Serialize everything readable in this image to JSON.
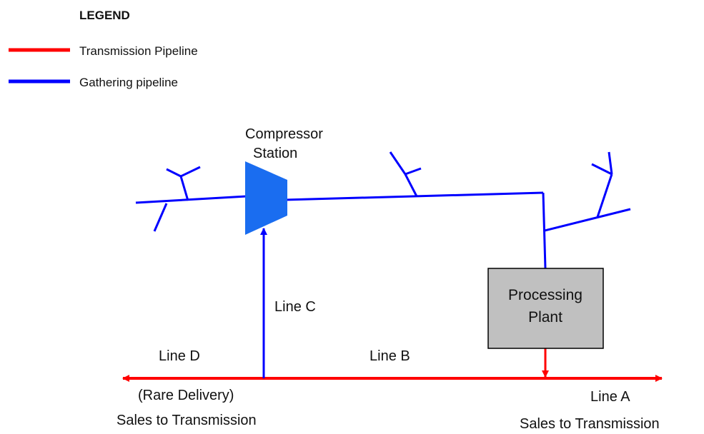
{
  "legend": {
    "title": "LEGEND",
    "items": [
      {
        "label": "Transmission Pipeline",
        "color": "#ff0000"
      },
      {
        "label": "Gathering pipeline",
        "color": "#0000ff"
      }
    ]
  },
  "colors": {
    "transmission": "#ff0000",
    "gathering": "#0000ff",
    "compressor": "#1a6df0",
    "plant_fill": "#c0c0c0",
    "plant_border": "#000000"
  },
  "nodes": {
    "compressor": {
      "line1": "Compressor",
      "line2": "Station"
    },
    "plant": {
      "line1": "Processing",
      "line2": "Plant"
    }
  },
  "lines": {
    "line_a": {
      "label": "Line A",
      "caption": "Sales to Transmission"
    },
    "line_b": {
      "label": "Line B"
    },
    "line_c": {
      "label": "Line C"
    },
    "line_d": {
      "label": "Line D",
      "note": "(Rare Delivery)",
      "caption": "Sales to Transmission"
    }
  }
}
